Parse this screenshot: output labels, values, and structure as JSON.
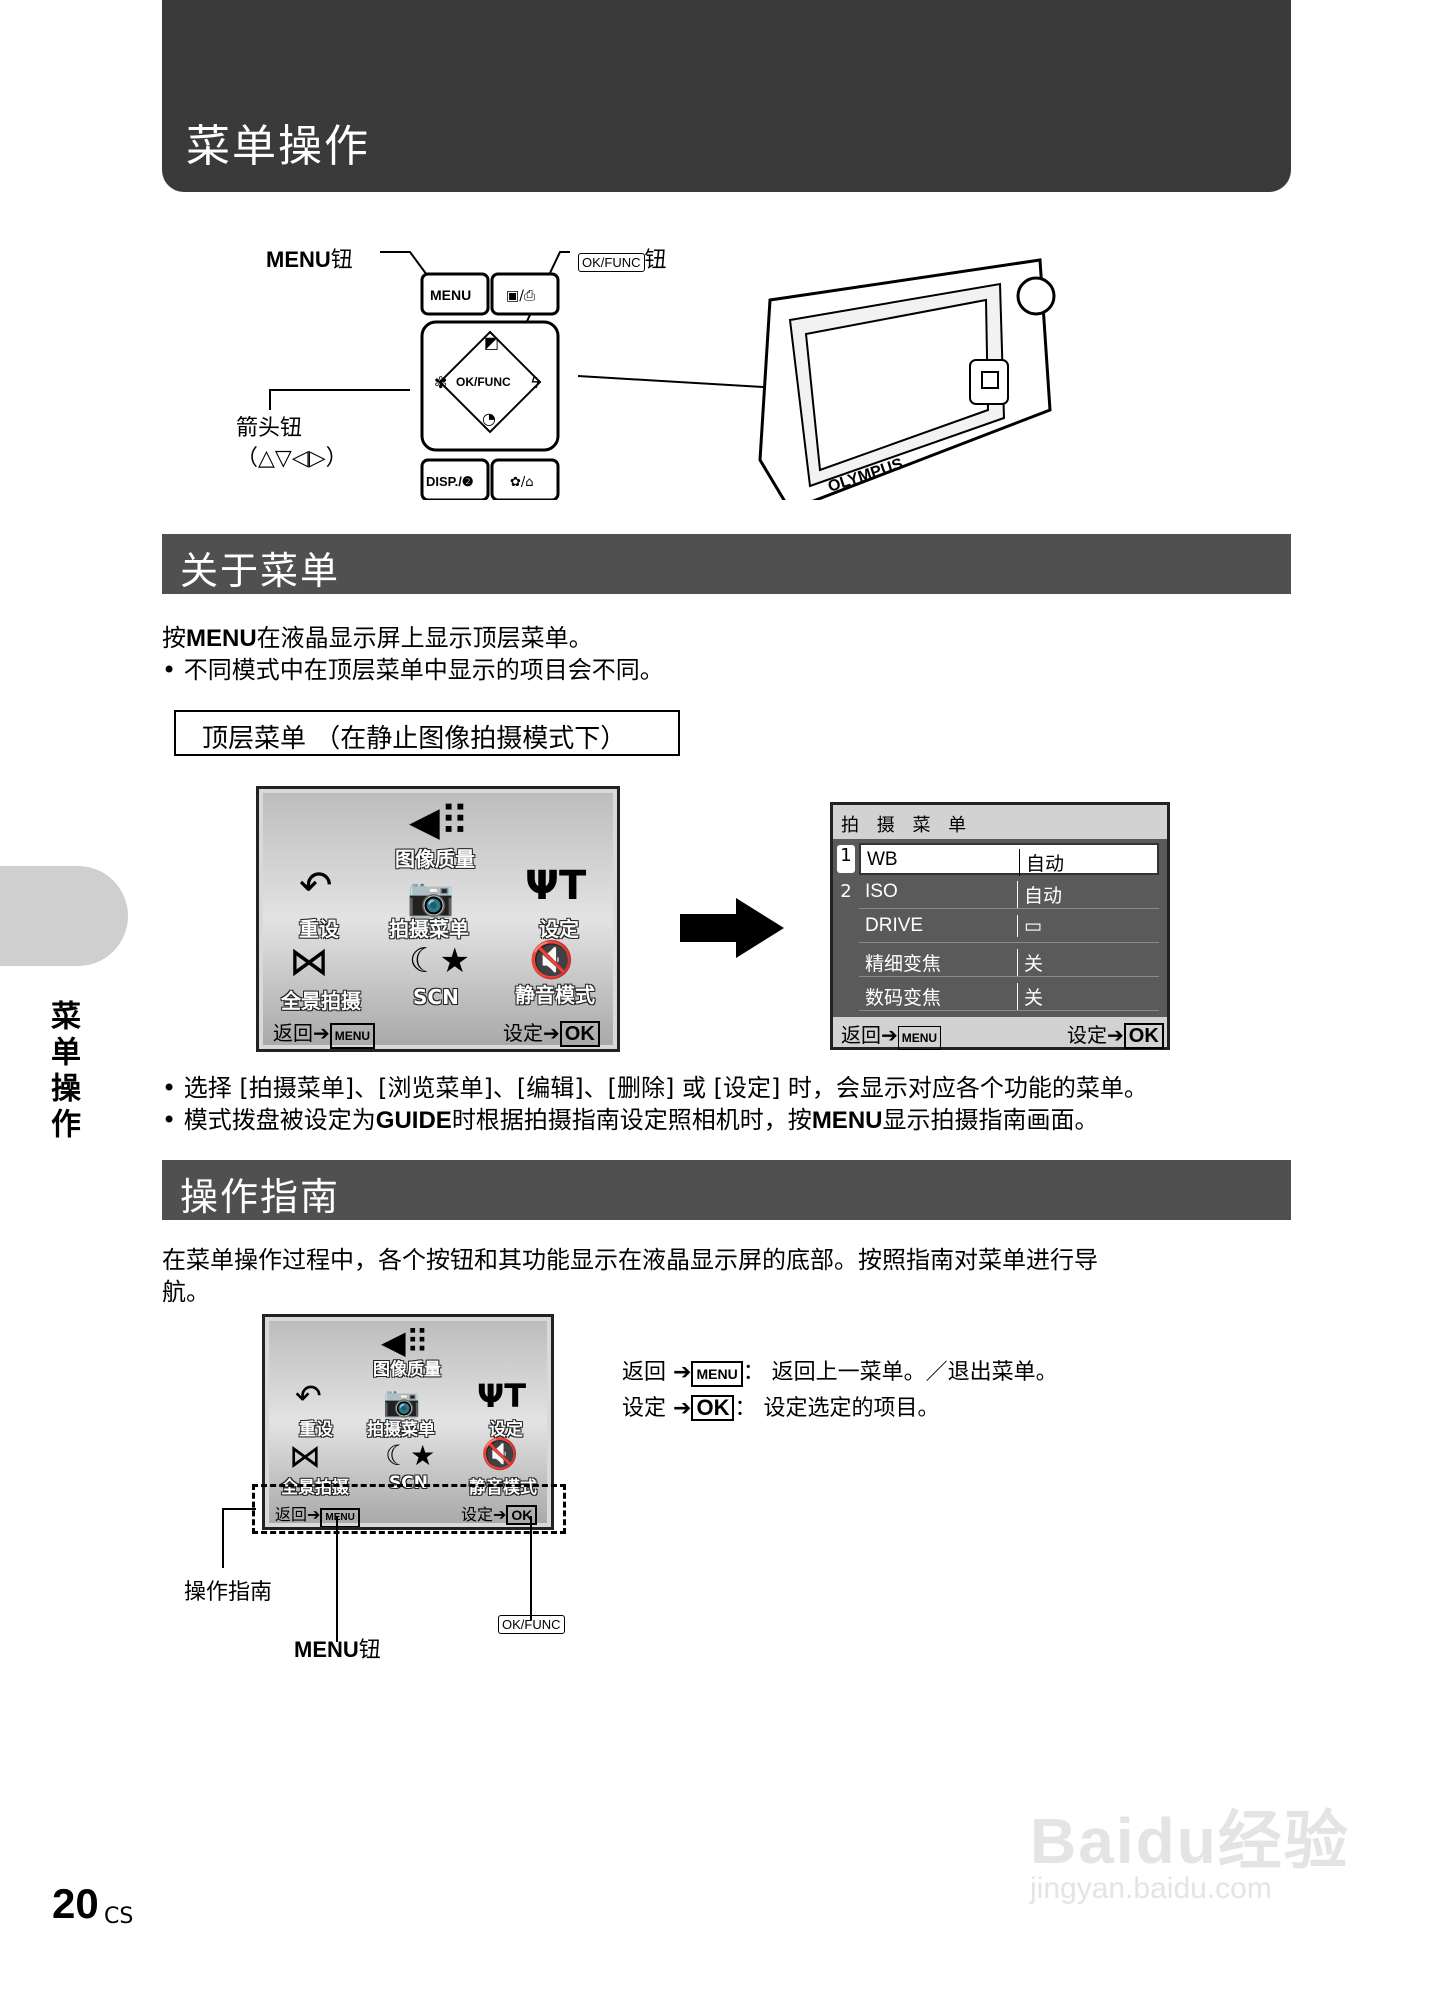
{
  "header": {
    "title": "菜单操作"
  },
  "side_tab": {
    "label": "菜单操作"
  },
  "camera_diagram": {
    "menu_button_label": "MENU",
    "menu_button_suffix": "钮",
    "ok_func_label": "OK/FUNC",
    "ok_func_suffix": "钮",
    "arrow_label": "箭头钮",
    "arrow_symbols": "（△▽◁▷）",
    "btn_menu": "MENU",
    "btn_okfunc": "OK/FUNC",
    "btn_disp": "DISP./❷",
    "brand": "OLYMPUS"
  },
  "about_menu": {
    "title": "关于菜单",
    "line1_prefix": "按",
    "line1_key": "MENU",
    "line1_suffix": "在液晶显示屏上显示顶层菜单。",
    "bullet1": "• 不同模式中在顶层菜单中显示的项目会不同。",
    "mode_box": "顶层菜单 （在静止图像拍摄模式下）"
  },
  "top_menu": {
    "image_quality": "图像质量",
    "reset": "重设",
    "shoot_menu": "拍摄菜单",
    "setup": "设定",
    "panorama": "全景拍摄",
    "scn": "SCN",
    "silent": "静音模式",
    "back": "返回",
    "back_key": "MENU",
    "set": "设定",
    "set_key": "OK"
  },
  "shooting_menu": {
    "title": "拍 摄 菜 单",
    "page_numbers": [
      "1",
      "2"
    ],
    "rows": [
      {
        "label": "WB",
        "value": "自动"
      },
      {
        "label": "ISO",
        "value": "自动"
      },
      {
        "label": "DRIVE",
        "value": "▭"
      },
      {
        "label": "精细变焦",
        "value": "关"
      },
      {
        "label": "数码变焦",
        "value": "关"
      }
    ],
    "back": "返回",
    "back_key": "MENU",
    "set": "设定",
    "set_key": "OK"
  },
  "notes": {
    "bullet1": "• 选择 [拍摄菜单]、[浏览菜单]、[编辑]、[删除] 或 [设定] 时，会显示对应各个功能的菜单。",
    "bullet2_a": "• 模式拨盘被设定为",
    "bullet2_key": "GUIDE",
    "bullet2_b": "时根据拍摄指南设定照相机时，按",
    "bullet2_key2": "MENU",
    "bullet2_c": "显示拍摄指南画面。"
  },
  "guide": {
    "title": "操作指南",
    "para_line1": "在菜单操作过程中，各个按钮和其功能显示在液晶显示屏的底部。按照指南对菜单进行导",
    "para_line2": "航。",
    "back_row_a": "返回",
    "back_row_key": "MENU",
    "back_row_b": "：  返回上一菜单。／退出菜单。",
    "set_row_a": "设定",
    "set_row_key": "OK",
    "set_row_b": "：  设定选定的项目。",
    "label_guide": "操作指南",
    "label_menu_btn": "MENU",
    "label_menu_suffix": "钮",
    "label_okfunc": "OK/FUNC"
  },
  "footer": {
    "page_number": "20",
    "lang": "CS",
    "watermark": "Baidu经验",
    "watermark_url": "jingyan.baidu.com"
  }
}
